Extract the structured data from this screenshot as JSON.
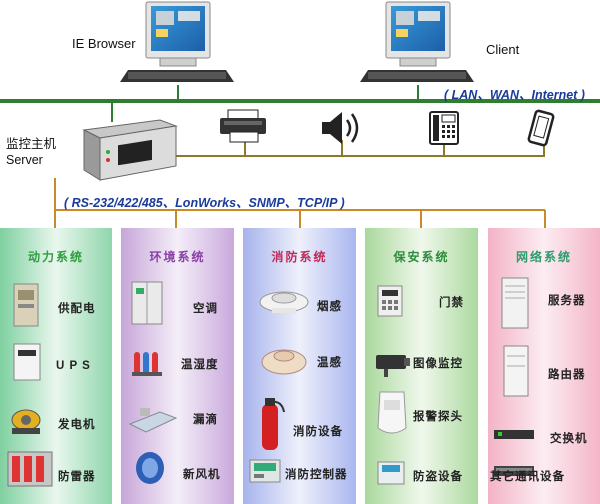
{
  "top": {
    "ie_browser": "IE Browser",
    "client": "Client",
    "network": "( LAN、WAN、Internet )"
  },
  "server": {
    "label_cn": "监控主机",
    "label_en": "Server"
  },
  "protocols": "( RS-232/422/485、LonWorks、SNMP、TCP/IP )",
  "peripherals": [
    "printer-icon",
    "speaker-icon",
    "phone-icon",
    "mobile-icon"
  ],
  "panels": [
    {
      "title": "动力系统",
      "color": "#2e9e3e",
      "items": [
        "供配电",
        "U P S",
        "发电机",
        "防雷器"
      ]
    },
    {
      "title": "环境系统",
      "color": "#8a3fa6",
      "items": [
        "空调",
        "温湿度",
        "漏滴",
        "新风机"
      ]
    },
    {
      "title": "消防系统",
      "color": "#c02a5a",
      "items": [
        "烟感",
        "温感",
        "消防设备",
        "消防控制器"
      ]
    },
    {
      "title": "保安系统",
      "color": "#2e8c3e",
      "items": [
        "门禁",
        "图像监控",
        "报警探头",
        "防盗设备"
      ]
    },
    {
      "title": "网络系统",
      "color": "#2b9c6e",
      "items": [
        "服务器",
        "路由器",
        "交换机",
        "其它通讯设备"
      ]
    }
  ]
}
